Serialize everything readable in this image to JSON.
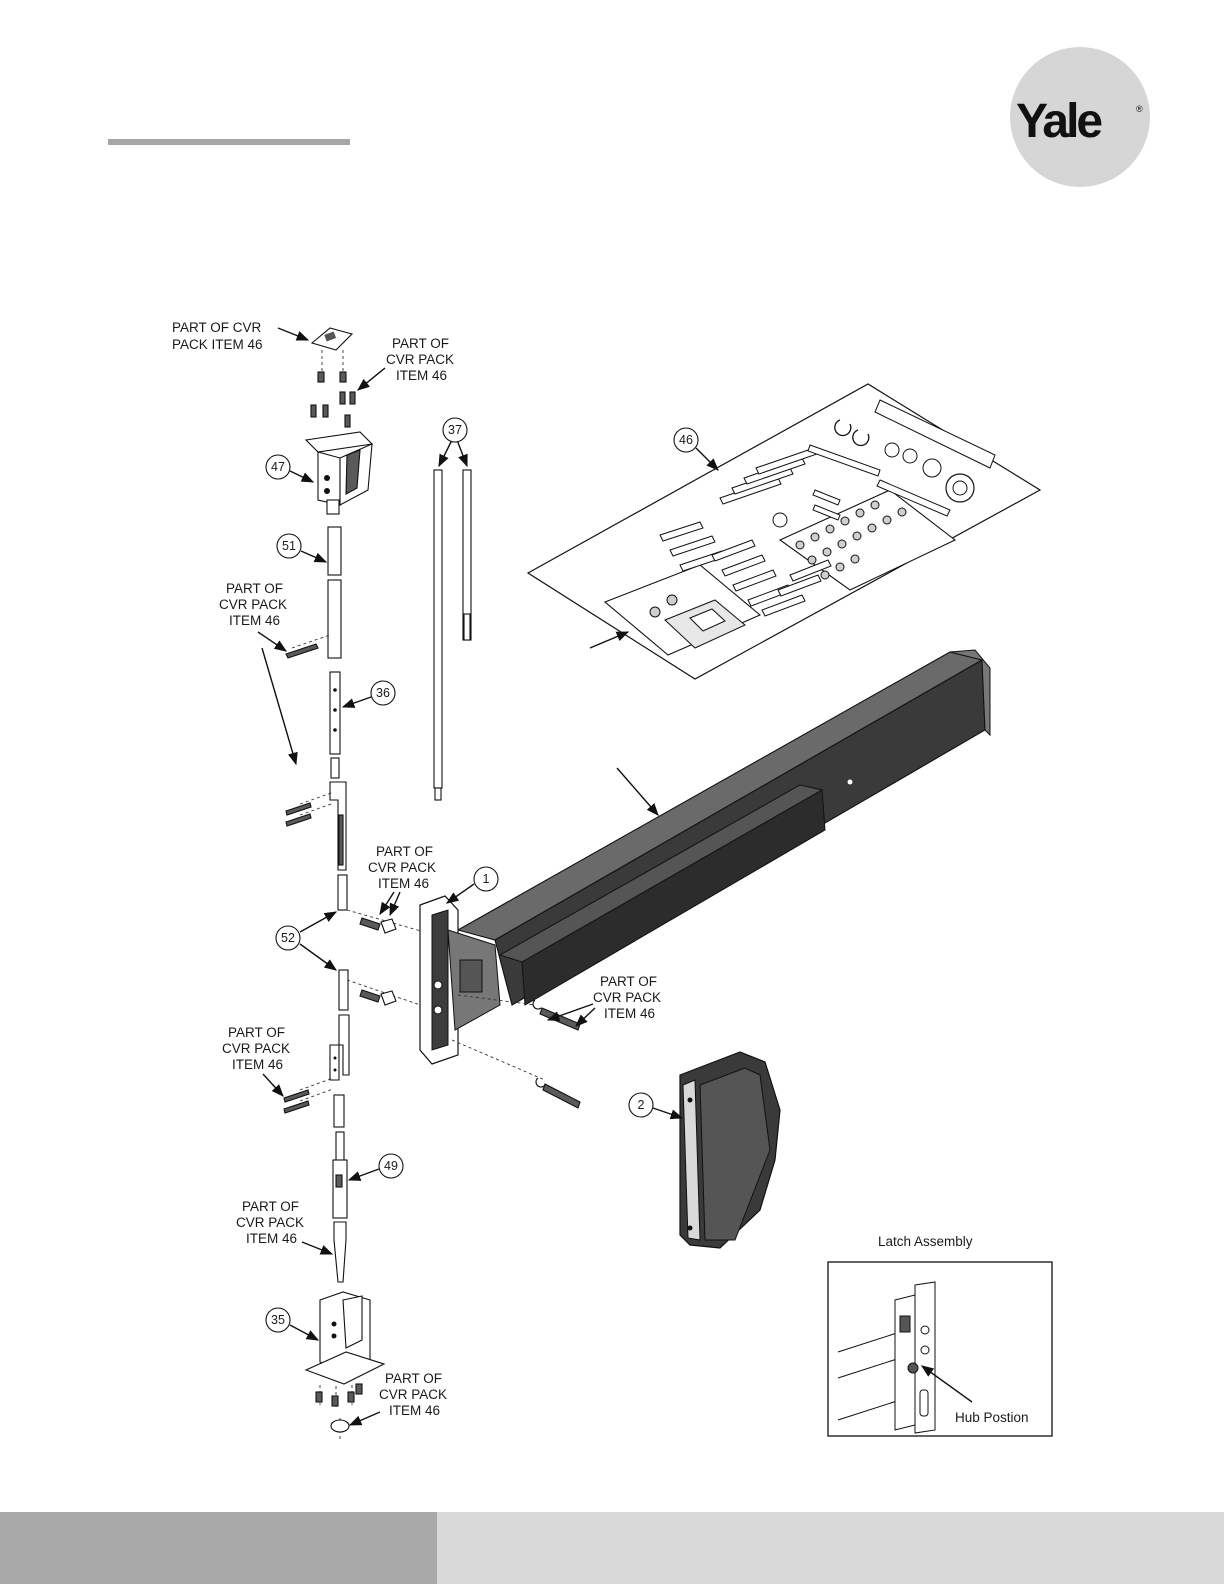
{
  "brand": {
    "name": "Yale",
    "trademark": "®",
    "circle_color": "#d6d6d6",
    "text_color": "#111111"
  },
  "header_rule_color": "#a6a6a6",
  "footer": {
    "left_color": "#a9a9a9",
    "right_color": "#d8d8d8"
  },
  "callouts": [
    {
      "id": "item-1",
      "number": "1"
    },
    {
      "id": "item-2",
      "number": "2"
    },
    {
      "id": "item-35",
      "number": "35"
    },
    {
      "id": "item-36",
      "number": "36"
    },
    {
      "id": "item-37",
      "number": "37"
    },
    {
      "id": "item-46",
      "number": "46"
    },
    {
      "id": "item-47",
      "number": "47"
    },
    {
      "id": "item-49",
      "number": "49"
    },
    {
      "id": "item-51",
      "number": "51"
    },
    {
      "id": "item-52",
      "number": "52"
    }
  ],
  "notes": {
    "top_left": [
      "PART OF CVR",
      "PACK ITEM 46"
    ],
    "top_right": [
      "PART OF",
      "CVR PACK",
      "ITEM 46"
    ],
    "mid_left": [
      "PART OF",
      "CVR PACK",
      "ITEM 46"
    ],
    "center": [
      "PART OF",
      "CVR PACK",
      "ITEM 46"
    ],
    "right": [
      "PART OF",
      "CVR PACK",
      "ITEM 46"
    ],
    "lower_left": [
      "PART OF",
      "CVR PACK",
      "ITEM 46"
    ],
    "bottom_left": [
      "PART OF",
      "CVR PACK",
      "ITEM 46"
    ],
    "bottom_right": [
      "PART OF",
      "CVR PACK",
      "ITEM 46"
    ]
  },
  "inset": {
    "title": "Latch Assembly",
    "label": "Hub Postion"
  }
}
